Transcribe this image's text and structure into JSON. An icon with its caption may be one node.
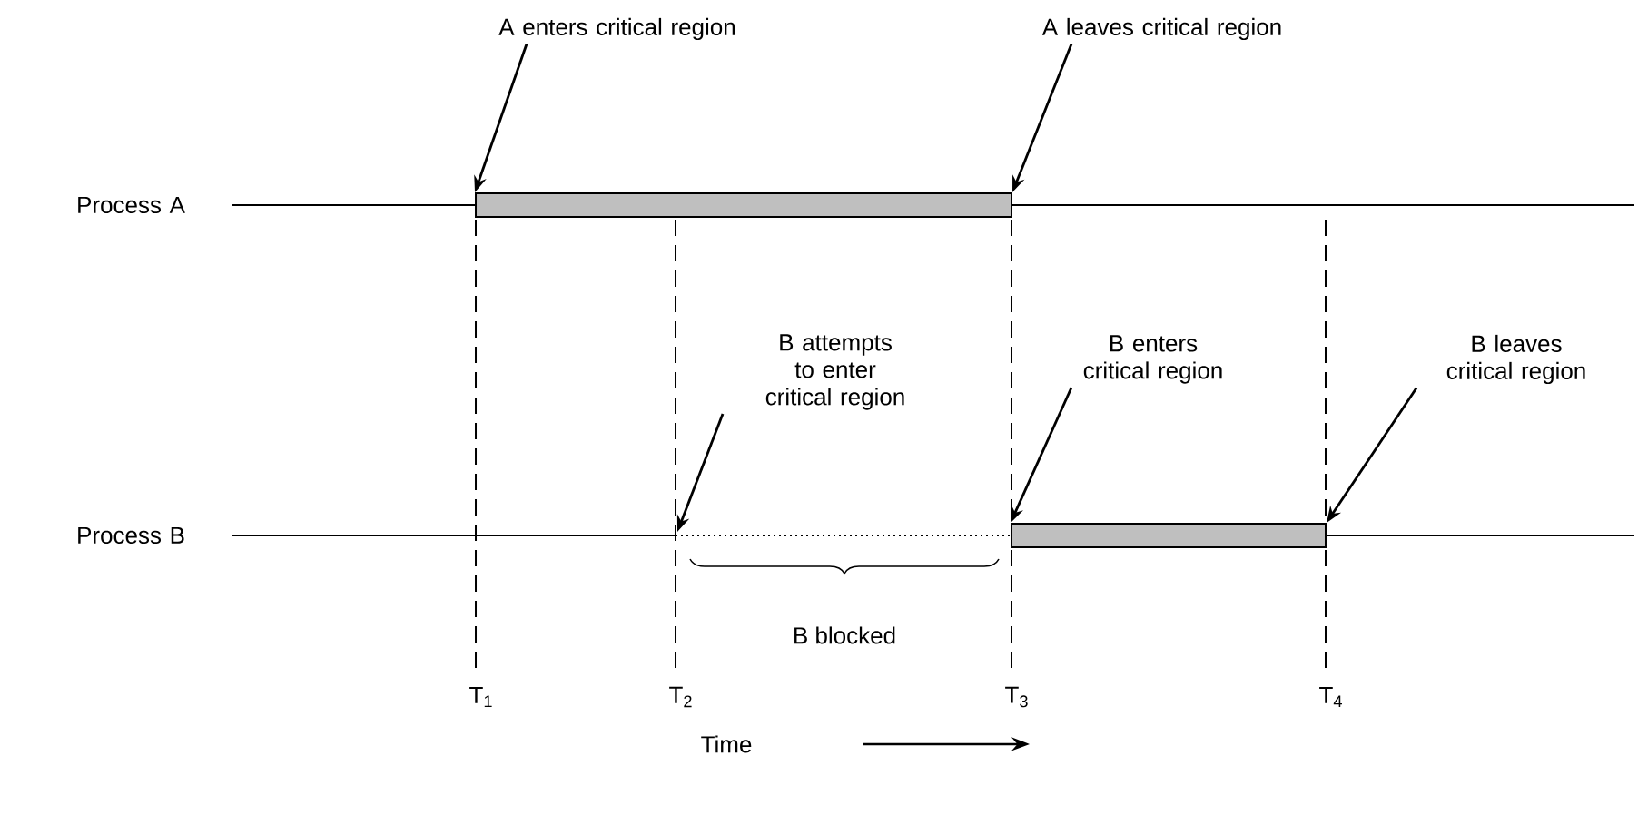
{
  "diagram": {
    "nodes": [
      {
        "text": [
          "A enters critical region"
        ]
      },
      {
        "text": [
          "A leaves critical region"
        ]
      },
      {
        "text": [
          "B attempts to enter critical region"
        ]
      },
      {
        "text": [
          "B enters critical region"
        ]
      },
      {
        "text": [
          "B leaves critical region"
        ]
      },
      {
        "text": [
          "Process A"
        ]
      },
      {
        "text": [
          "Process B"
        ]
      },
      {
        "text": [],
        "shape": "bar"
      },
      {
        "text": [],
        "shape": "bar"
      }
    ],
    "edges": [
      {
        "from": 0,
        "to": 7,
        "arrow": "to"
      },
      {
        "from": 1,
        "to": 7,
        "arrow": "to"
      },
      {
        "from": 2,
        "to": null,
        "arrow": "to"
      },
      {
        "from": 3,
        "to": 8,
        "arrow": "to"
      },
      {
        "from": 4,
        "to": 8,
        "arrow": "to"
      }
    ],
    "labels": [
      "T$_{1}$",
      "T$_{2}$",
      "T$_{3}$",
      "T$_{4}$",
      "B blocked",
      "Time"
    ]
  }
}
